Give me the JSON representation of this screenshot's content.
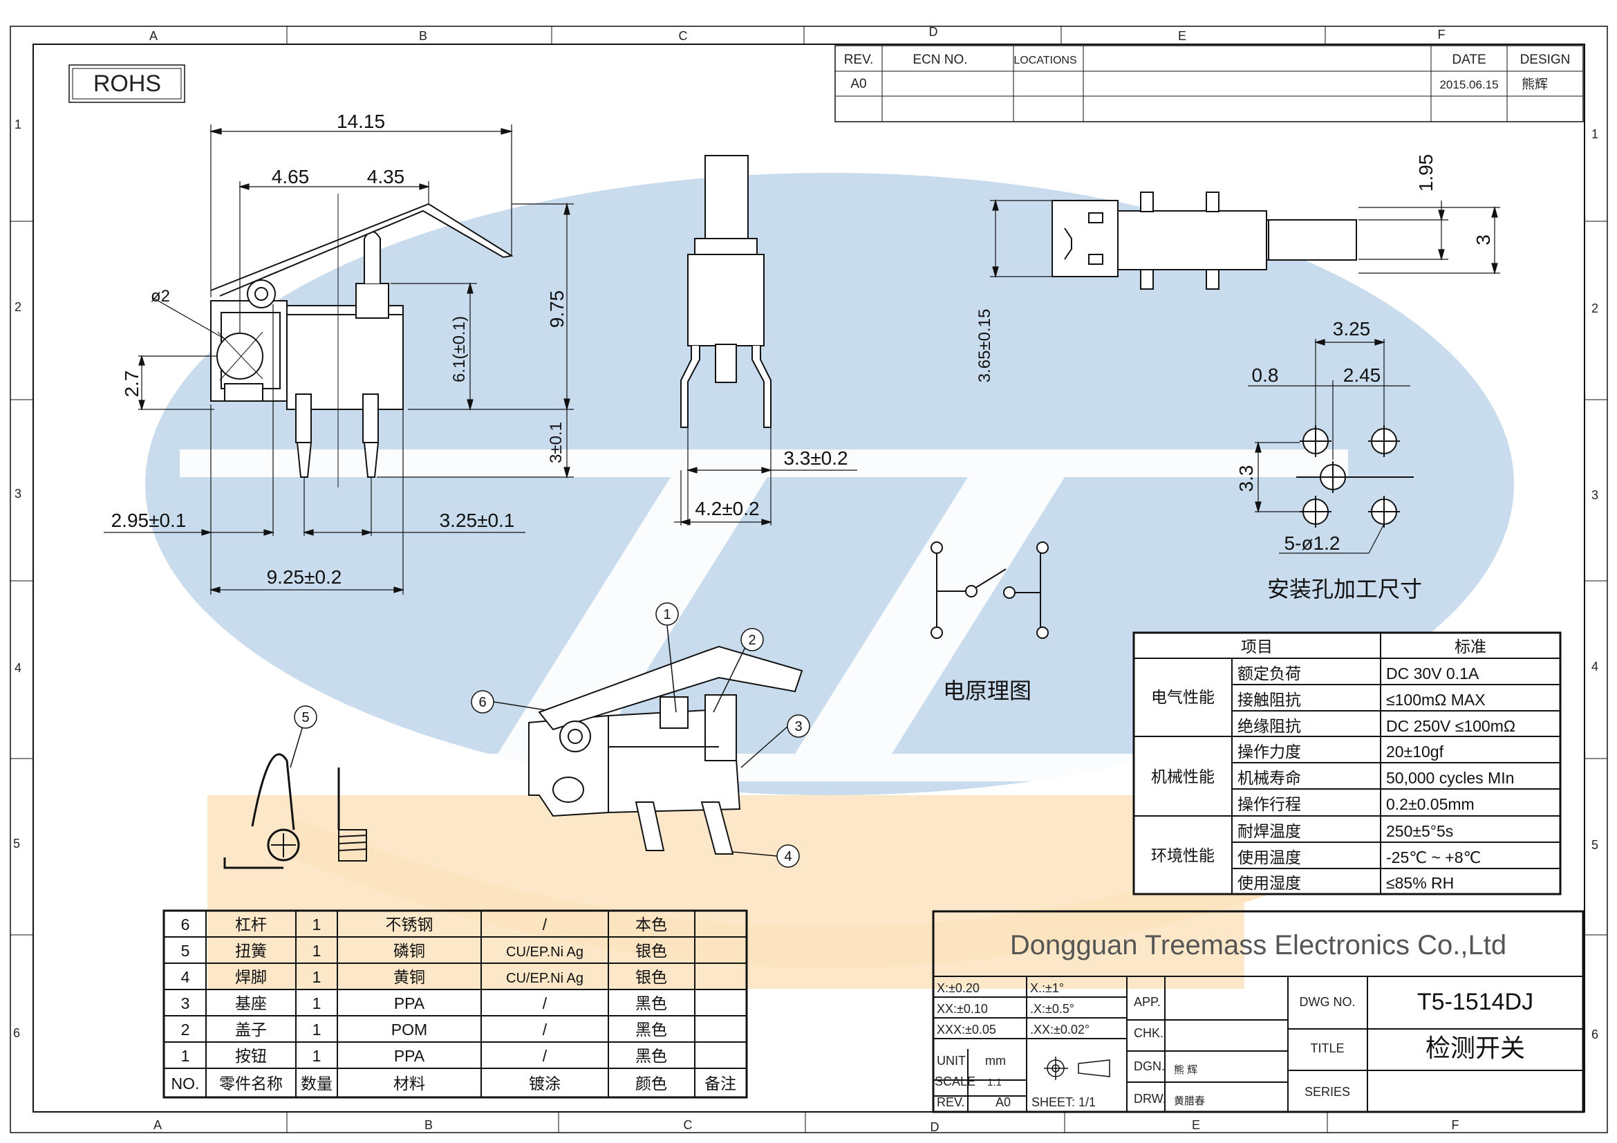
{
  "frame": {
    "columns_top": [
      "A",
      "B",
      "C",
      "D",
      "E",
      "F"
    ],
    "columns_bottom": [
      "A",
      "B",
      "C",
      "D",
      "E",
      "F"
    ],
    "rows_left": [
      "1",
      "2",
      "3",
      "4",
      "5",
      "6"
    ],
    "rows_right": [
      "1",
      "2",
      "3",
      "4",
      "5",
      "6"
    ]
  },
  "rohs": "ROHS",
  "revision": {
    "headers": [
      "REV.",
      "ECN NO.",
      "LOCATIONS",
      "",
      "DATE",
      "DESIGN"
    ],
    "rows": [
      [
        "A0",
        "",
        "",
        "",
        "2015.06.15",
        "熊辉"
      ],
      [
        "",
        "",
        "",
        "",
        "",
        ""
      ]
    ]
  },
  "side_view": {
    "d_total": "14.15",
    "d_left": "4.65",
    "d_right": "4.35",
    "d_dia": "ø2",
    "d_27": "2.7",
    "d_975": "9.75",
    "d_61": "6.1(±0.1)",
    "d_3": "3±0.1",
    "d_295": "2.95±0.1",
    "d_325": "3.25±0.1",
    "d_925": "9.25±0.2"
  },
  "front_view": {
    "d_33": "3.3±0.2",
    "d_42": "4.2±0.2"
  },
  "top_view": {
    "d_195": "1.95",
    "d_3": "3",
    "d_365": "3.65±0.15"
  },
  "holes": {
    "d_325": "3.25",
    "d_08": "0.8",
    "d_245": "2.45",
    "d_33": "3.3",
    "d_hole": "5-ø1.2",
    "caption": "安装孔加工尺寸"
  },
  "schematic": {
    "caption": "电原理图"
  },
  "balloons": [
    "1",
    "2",
    "3",
    "4",
    "5",
    "6"
  ],
  "spec": {
    "header": [
      "项目",
      "标准"
    ],
    "groups": [
      {
        "group": "电气性能",
        "rows": [
          [
            "额定负荷",
            "DC 30V 0.1A"
          ],
          [
            "接触阻抗",
            "≤100mΩ MAX"
          ],
          [
            "绝缘阻抗",
            "DC 250V ≤100mΩ"
          ]
        ]
      },
      {
        "group": "机械性能",
        "rows": [
          [
            "操作力度",
            "20±10gf"
          ],
          [
            "机械寿命",
            "50,000 cycles MIn"
          ],
          [
            "操作行程",
            "0.2±0.05mm"
          ]
        ]
      },
      {
        "group": "环境性能",
        "rows": [
          [
            "耐焊温度",
            "250±5°5s"
          ],
          [
            "使用温度",
            "-25℃ ~ +8℃"
          ],
          [
            "使用湿度",
            "≤85% RH"
          ]
        ]
      }
    ]
  },
  "bom": {
    "rows": [
      [
        "6",
        "杠杆",
        "1",
        "不锈钢",
        "/",
        "本色",
        ""
      ],
      [
        "5",
        "扭簧",
        "1",
        "磷铜",
        "CU/EP.Ni Ag",
        "银色",
        ""
      ],
      [
        "4",
        "焊脚",
        "1",
        "黄铜",
        "CU/EP.Ni Ag",
        "银色",
        ""
      ],
      [
        "3",
        "基座",
        "1",
        "PPA",
        "/",
        "黑色",
        ""
      ],
      [
        "2",
        "盖子",
        "1",
        "POM",
        "/",
        "黑色",
        ""
      ],
      [
        "1",
        "按钮",
        "1",
        "PPA",
        "/",
        "黑色",
        ""
      ]
    ],
    "header": [
      "NO.",
      "零件名称",
      "数量",
      "材料",
      "镀涂",
      "颜色",
      "备注"
    ]
  },
  "title_block": {
    "company": "Dongguan Treemass Electronics Co.,Ltd",
    "tol": [
      [
        "X:±0.20",
        "X.:±1°"
      ],
      [
        "XX:±0.10",
        ".X:±0.5°"
      ],
      [
        "XXX:±0.05",
        ".XX:±0.02°"
      ]
    ],
    "unit_label": "UNIT",
    "unit": "mm",
    "scale_label": "SCALE",
    "scale": "1:1",
    "rev_label": "REV.",
    "rev": "A0",
    "sheet": "SHEET: 1/1",
    "app": "APP.",
    "chk": "CHK.",
    "dgn": "DGN.",
    "dgn_name": "熊 辉",
    "drw": "DRW.",
    "drw_name": "黄腊春",
    "dwg_no_label": "DWG NO.",
    "dwg_no": "T5-1514DJ",
    "title_label": "TITLE",
    "title": "检测开关",
    "series_label": "SERIES"
  },
  "colors": {
    "watermark_blue": "#c9dcee",
    "watermark_orange": "#fbe4bf",
    "line": "#111111"
  }
}
